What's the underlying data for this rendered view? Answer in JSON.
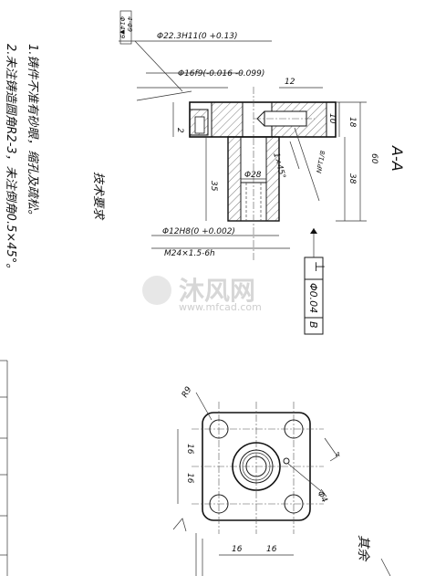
{
  "section_label": "A-A",
  "notes": {
    "heading": "技术要求",
    "line1": "1.铸件不准有砂眼，缩孔及疏松。",
    "line2": "2.未注铸造圆角R2-3，未注倒角0.5×45°。"
  },
  "dims": {
    "d22": "Φ22.3H11(0 +0.13)",
    "d16": "Φ16f9(-0.016 -0.099)",
    "d28": "Φ28",
    "d12": "Φ12H8(0 +0.002)",
    "thread": "M24×1.5-6h",
    "d12_top": "12",
    "d10": "10",
    "d18": "18",
    "d60": "60",
    "d38": "38",
    "d35": "35",
    "d2": "2",
    "chamfer": "1×45°",
    "npt": "NPT1/8",
    "small_top": "4-Φ9",
    "small_top2": "Φ14▼9",
    "r9": "R9",
    "v16a": "16",
    "v16b": "16",
    "h16a": "16",
    "h16b": "16",
    "d4": "Φ4",
    "vmark": "A"
  },
  "tolerance_frame": {
    "symbol": "⊥",
    "value": "Φ0.04",
    "datum": "B"
  },
  "corner_text": "其余",
  "watermark": {
    "brand": "沐风网",
    "url": "www.mfcad.com"
  }
}
